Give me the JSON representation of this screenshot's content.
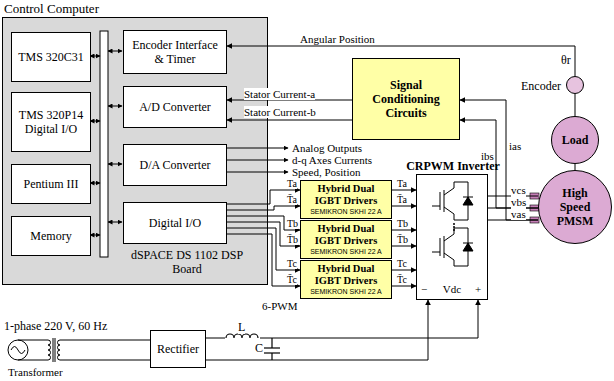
{
  "diagram": {
    "nodes": [
      {
        "text": [
          "Control Computer",
          "dSPACE DS 1102 DSP Board"
        ]
      },
      {
        "text": [
          "TMS 320C31"
        ],
        "in": 0
      },
      {
        "text": [
          "TMS 320P14 Digital I/O"
        ],
        "in": 0
      },
      {
        "text": [
          "Pentium III"
        ],
        "in": 0
      },
      {
        "text": [
          "Memory"
        ],
        "in": 0
      },
      {
        "text": [
          "Encoder Interface & Timer"
        ],
        "in": 0
      },
      {
        "text": [
          "A/D Converter"
        ],
        "in": 0
      },
      {
        "text": [
          "D/A Converter"
        ],
        "in": 0
      },
      {
        "text": [
          "Digital I/O"
        ],
        "in": 0
      },
      {
        "text": [
          "Signal Conditioning Circuits"
        ]
      },
      {
        "text": [
          "Hybrid Dual IGBT Drivers",
          "SEMIKRON SKHI 22 A"
        ]
      },
      {
        "text": [
          "Hybrid Dual IGBT Drivers",
          "SEMIKRON SKHI 22 A"
        ]
      },
      {
        "text": [
          "Hybrid Dual IGBT Drivers",
          "SEMIKRON SKHI 22 A"
        ]
      },
      {
        "text": [
          "CRPWM Inverter",
          "Vdc"
        ]
      },
      {
        "text": [
          "Encoder"
        ]
      },
      {
        "text": [
          "Load"
        ]
      },
      {
        "text": [
          "High Speed PMSM"
        ]
      },
      {
        "text": [
          "Rectifier"
        ]
      }
    ],
    "edges": [
      {
        "from": 14,
        "to": 5,
        "arrow": "to",
        "label": "Angular Position"
      },
      {
        "from": 9,
        "to": 6,
        "arrow": "to",
        "label": "Stator Current-a"
      },
      {
        "from": 9,
        "to": 6,
        "arrow": "to",
        "label": "Stator Current-b"
      },
      {
        "from": 16,
        "to": 9,
        "arrow": "to",
        "label": "ias"
      },
      {
        "from": 16,
        "to": 9,
        "arrow": "to",
        "label": "ibs"
      },
      {
        "from": 8,
        "to": 10,
        "arrow": "to"
      },
      {
        "from": 8,
        "to": 10,
        "arrow": "to"
      },
      {
        "from": 8,
        "to": 11,
        "arrow": "to"
      },
      {
        "from": 8,
        "to": 11,
        "arrow": "to"
      },
      {
        "from": 8,
        "to": 12,
        "arrow": "to"
      },
      {
        "from": 8,
        "to": 12,
        "arrow": "to"
      },
      {
        "from": 10,
        "to": 13,
        "arrow": "to"
      },
      {
        "from": 10,
        "to": 13,
        "arrow": "to"
      },
      {
        "from": 11,
        "to": 13,
        "arrow": "to"
      },
      {
        "from": 11,
        "to": 13,
        "arrow": "to"
      },
      {
        "from": 12,
        "to": 13,
        "arrow": "to"
      },
      {
        "from": 12,
        "to": 13,
        "arrow": "to"
      },
      {
        "from": 13,
        "to": 16,
        "arrow": "none",
        "label": "vcs"
      },
      {
        "from": 13,
        "to": 16,
        "arrow": "none",
        "label": "vbs"
      },
      {
        "from": 13,
        "to": 16,
        "arrow": "none",
        "label": "vas"
      },
      {
        "from": 17,
        "to": 13,
        "arrow": "to"
      },
      {
        "from": 17,
        "to": 13,
        "arrow": "to"
      },
      {
        "from": 14,
        "to": 15,
        "arrow": "none"
      },
      {
        "from": 15,
        "to": 16,
        "arrow": "none"
      }
    ],
    "labels": [
      "θr",
      "Analog Outputs",
      "d-q Axes Currents",
      "Speed, Position",
      "Ta",
      "T̄a",
      "Tb",
      "T̄b",
      "Tc",
      "T̄c",
      "Ta",
      "T̄a",
      "Tb",
      "T̄b",
      "Tc",
      "T̄c",
      "6-PWM",
      "−",
      "+",
      "L",
      "C",
      "1-phase 220 V, 60 Hz",
      "Transformer"
    ]
  }
}
